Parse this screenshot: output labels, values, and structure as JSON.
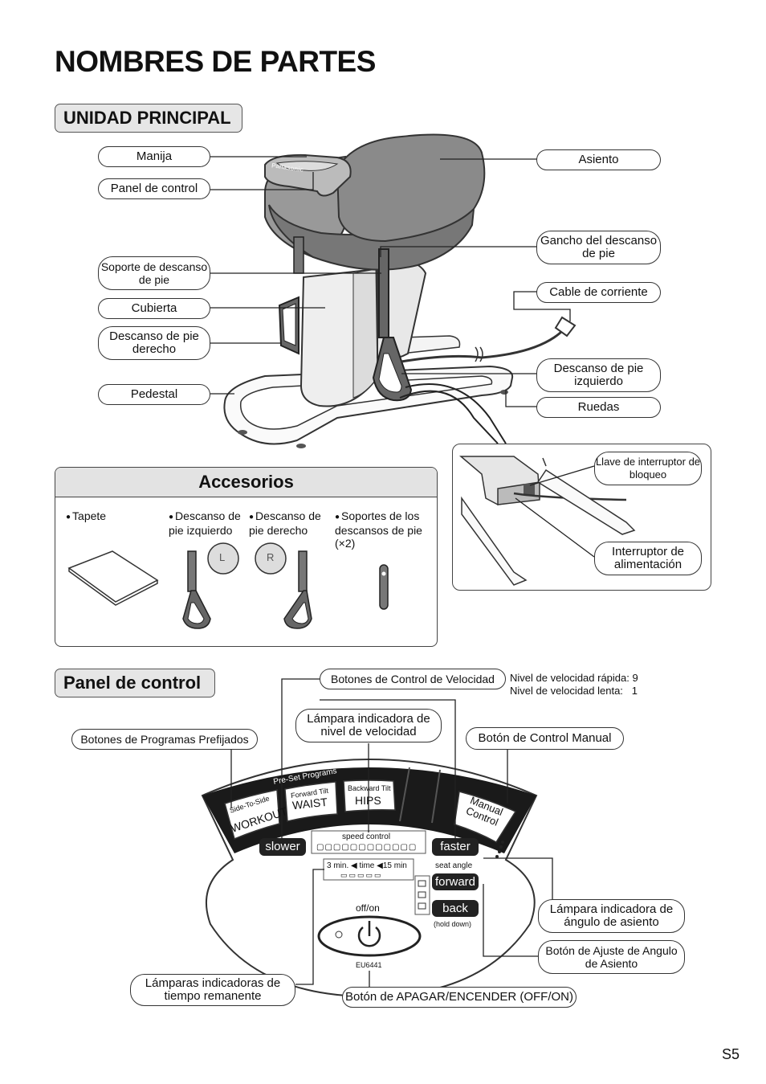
{
  "page": {
    "title": "NOMBRES DE PARTES",
    "page_number": "S5"
  },
  "main_unit": {
    "heading": "UNIDAD PRINCIPAL",
    "labels": {
      "manija": "Manija",
      "panel_control": "Panel de control",
      "soporte": "Soporte de descanso de pie",
      "cubierta": "Cubierta",
      "descanso_derecho": "Descanso de pie derecho",
      "pedestal": "Pedestal",
      "asiento": "Asiento",
      "gancho": "Gancho del descanso de pie",
      "cable": "Cable de corriente",
      "descanso_izquierdo": "Descanso de pie izquierdo",
      "ruedas": "Ruedas"
    },
    "device_brand": "Panasonic"
  },
  "detail": {
    "llave": "Llave de interruptor de bloqueo",
    "interruptor": "Interruptor de alimentación"
  },
  "accessories": {
    "heading": "Accesorios",
    "items": [
      {
        "text": "Tapete"
      },
      {
        "text": "Descanso de pie izquierdo"
      },
      {
        "text": "Descanso de pie derecho"
      },
      {
        "text": "Soportes de los descansos de pie (×2)"
      }
    ],
    "marks": {
      "left": "L",
      "right": "R"
    }
  },
  "control_panel": {
    "heading": "Panel de control",
    "labels": {
      "velocidad_botones": "Botones de Control de Velocidad",
      "velocidad_rapida": "Nivel de velocidad rápida: 9",
      "velocidad_lenta": "Nivel de velocidad lenta:   1",
      "lampara_velocidad": "Lámpara indicadora de nivel de velocidad",
      "programas": "Botones de Programas Prefijados",
      "manual": "Botón de Control Manual",
      "lampara_angulo": "Lámpara indicadora de ángulo de asiento",
      "ajuste_angulo": "Botón de Ajuste de Angulo de Asiento",
      "tiempo": "Lámparas indicadoras de tiempo remanente",
      "apagar": "Botón de APAGAR/ENCENDER (OFF/ON)"
    },
    "panel": {
      "preset_title": "Pre-Set Programs",
      "side_small": "Side-To-Side",
      "side_big": "WORKOUT",
      "forward_small": "Forward Tilt",
      "forward_big": "WAIST",
      "backward_small": "Backward Tilt",
      "backward_big": "HIPS",
      "manual_1": "Manual",
      "manual_2": "Control",
      "slower": "slower",
      "faster": "faster",
      "speed_control": "speed control",
      "time_label": "3 min. ◀ time ◀15 min",
      "seat_angle": "seat angle",
      "forward": "forward",
      "back": "back",
      "hold_down": "(hold down)",
      "off_on": "off/on",
      "model": "EU6441"
    }
  }
}
